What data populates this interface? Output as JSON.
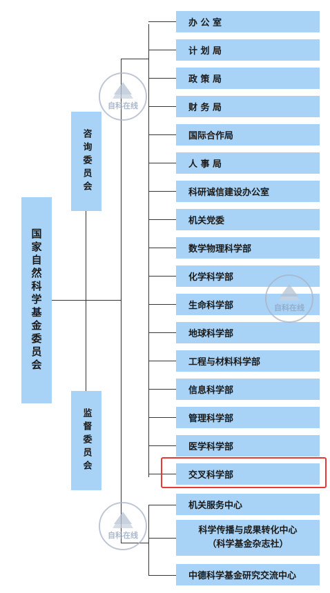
{
  "root": {
    "label": "国家自然科学基金委员会"
  },
  "committees": [
    {
      "label": "咨询委员会"
    },
    {
      "label": "监督委员会"
    }
  ],
  "departments": [
    "办 公 室",
    "计 划 局",
    "政 策 局",
    "财 务 局",
    "国际合作局",
    "人 事 局",
    "科研诚信建设办公室",
    "机关党委",
    "数学物理科学部",
    "化学科学部",
    "生命科学部",
    "地球科学部",
    "工程与材料科学部",
    "信息科学部",
    "管理科学部",
    "医学科学部",
    "交叉科学部"
  ],
  "units": [
    {
      "line1": "机关服务中心"
    },
    {
      "line1": "科学传播与成果转化中心",
      "line2": "（科学基金杂志社）"
    },
    {
      "line1": "中德科学基金研究交流中心"
    }
  ],
  "highlighted": "交叉科学部",
  "watermark": "自科在线",
  "colors": {
    "box": "#a9d3f6",
    "line": "#333333",
    "highlight": "#e53935",
    "watermark": "#8fa1bb"
  }
}
